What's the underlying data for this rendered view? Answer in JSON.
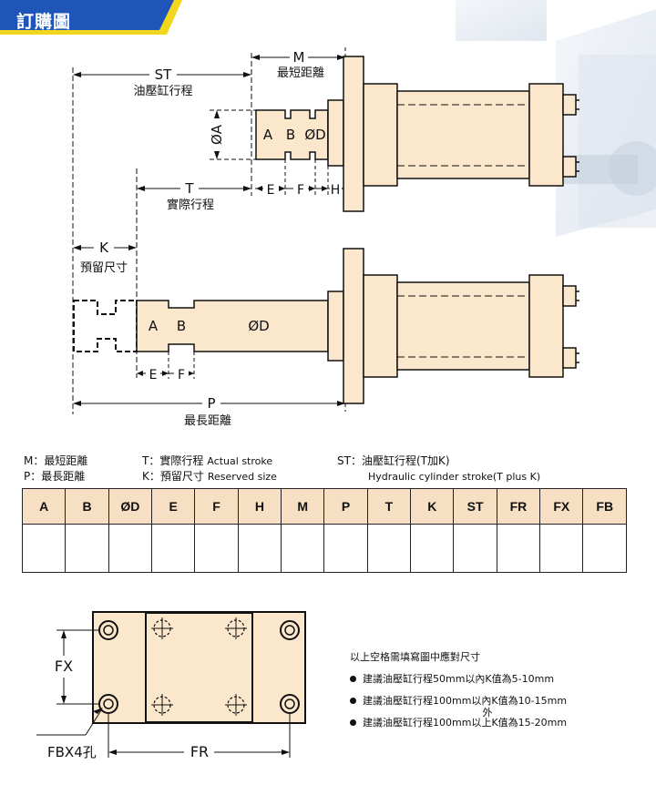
{
  "header": {
    "title": "訂購圖"
  },
  "colors": {
    "cylinder": "#fbe7cc",
    "banner_blue": "#1f55b8",
    "banner_yellow": "#f2d51d",
    "table_header": "#f6dfc3"
  },
  "top_drawing": {
    "labels": {
      "st": "ST",
      "st_desc": "油壓缸行程",
      "m": "M",
      "m_desc": "最短距離",
      "t": "T",
      "t_desc": "實際行程",
      "oa": "ØA",
      "a": "A",
      "b": "B",
      "od": "ØD",
      "e": "E",
      "f": "F",
      "h": "H"
    }
  },
  "bottom_drawing": {
    "labels": {
      "k": "K",
      "k_desc": "預留尺寸",
      "a": "A",
      "b": "B",
      "od": "ØD",
      "e": "E",
      "f": "F",
      "p": "P",
      "p_desc": "最長距離"
    }
  },
  "legend": {
    "m": {
      "key": "M：",
      "text": "最短距離"
    },
    "p": {
      "key": "P：",
      "text": "最長距離"
    },
    "t": {
      "key": "T：",
      "text": "實際行程",
      "en": "Actual stroke"
    },
    "k": {
      "key": "K：",
      "text": "預留尺寸",
      "en": "Reserved size"
    },
    "st": {
      "key": "ST：",
      "text": "油壓缸行程(T加K)",
      "en": "Hydraulic cylinder stroke(T plus K)"
    }
  },
  "table": {
    "columns": [
      "A",
      "B",
      "ØD",
      "E",
      "F",
      "H",
      "M",
      "P",
      "T",
      "K",
      "ST",
      "FR",
      "FX",
      "FB"
    ],
    "rows": [
      [
        "",
        "",
        "",
        "",
        "",
        "",
        "",
        "",
        "",
        "",
        "",
        "",
        "",
        ""
      ]
    ]
  },
  "flange_drawing": {
    "labels": {
      "fx": "FX",
      "fr": "FR",
      "fb": "FBX4孔"
    }
  },
  "notes": {
    "heading": "以上空格需填寫圖中應對尺寸",
    "items": [
      {
        "text": "建議油壓缸行程50mm以內K值為5-10mm"
      },
      {
        "text": "建議油壓缸行程100mm以內K值為10-15mm"
      },
      {
        "pre": "建議油壓缸行程100mm以",
        "sup": "外",
        "base": "上",
        "post": "K值為15-20mm"
      }
    ]
  }
}
